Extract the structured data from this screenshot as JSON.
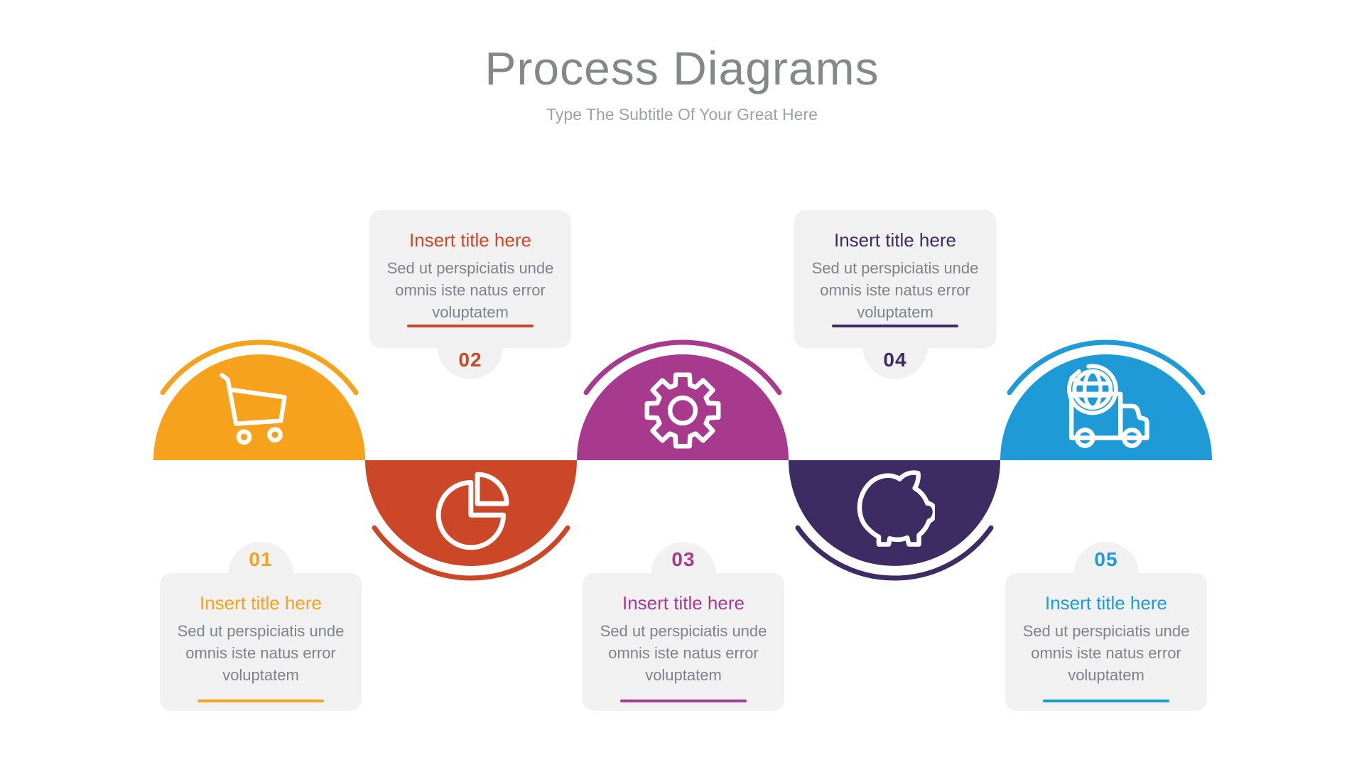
{
  "header": {
    "title": "Process Diagrams",
    "subtitle": "Type The Subtitle Of Your Great Here"
  },
  "steps": [
    {
      "number": "01",
      "title": "Insert title here",
      "body": "Sed ut perspiciatis unde omnis iste natus error voluptatem",
      "color": "#F6A21D",
      "icon": "shopping-cart"
    },
    {
      "number": "02",
      "title": "Insert title here",
      "body": "Sed ut perspiciatis unde omnis iste natus error voluptatem",
      "color": "#CB4727",
      "icon": "pie-chart"
    },
    {
      "number": "03",
      "title": "Insert title here",
      "body": "Sed ut perspiciatis unde omnis iste natus error voluptatem",
      "color": "#A73A8D",
      "icon": "gear"
    },
    {
      "number": "04",
      "title": "Insert title here",
      "body": "Sed ut perspiciatis unde omnis iste natus error voluptatem",
      "color": "#3D2B63",
      "icon": "piggy-bank"
    },
    {
      "number": "05",
      "title": "Insert title here",
      "body": "Sed ut perspiciatis unde omnis iste natus error voluptatem",
      "color": "#1E9BD7",
      "icon": "delivery-truck"
    }
  ],
  "colors": {
    "card_bg": "#F1F1F2",
    "body_text": "#7E828A",
    "title_text": "#85878A",
    "subtitle_text": "#9DA0A4",
    "icon_stroke": "#FFFFFF"
  }
}
